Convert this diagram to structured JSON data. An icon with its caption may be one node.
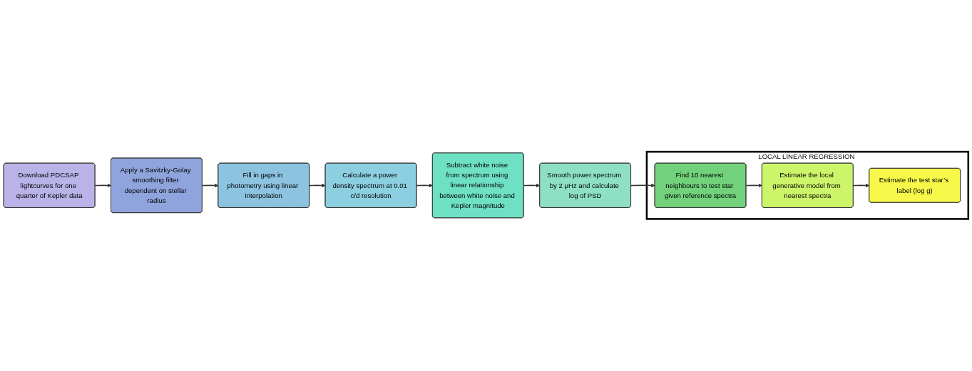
{
  "diagram": {
    "nodes": [
      {
        "text": [
          "Download PDCSAP lightcurves for one quarter of Kepler data"
        ]
      },
      {
        "text": [
          "Apply a Savitzky-Golay smoothing filter dependent on stellar radius"
        ]
      },
      {
        "text": [
          "Fill in gaps in photometry using linear interpolation"
        ]
      },
      {
        "text": [
          "Calculate a power density spectrum at 0.01 c/d resolution"
        ]
      },
      {
        "text": [
          "Subtract white noise from spectrum using linear relationship between white noise and Kepler magnitude"
        ]
      },
      {
        "text": [
          "Smooth power spectrum by 2 μHz and calculate log of PSD"
        ]
      },
      {
        "text": [
          "LOCAL LINEAR REGRESSION"
        ]
      },
      {
        "text": [
          "Find 10 nearest neighbours to test star given reference spectra"
        ],
        "in": 6
      },
      {
        "text": [
          "Estimate the local generative model from nearest spectra"
        ],
        "in": 6
      },
      {
        "text": [
          "Estimate the test star’s label (log g)"
        ],
        "in": 6
      }
    ],
    "edges": [
      {
        "from": 0,
        "to": 1,
        "arrow": "to"
      },
      {
        "from": 1,
        "to": 2,
        "arrow": "to"
      },
      {
        "from": 2,
        "to": 3,
        "arrow": "to"
      },
      {
        "from": 3,
        "to": 4,
        "arrow": "to"
      },
      {
        "from": 4,
        "to": 5,
        "arrow": "to"
      },
      {
        "from": 5,
        "to": 7,
        "arrow": "to"
      },
      {
        "from": 7,
        "to": 8,
        "arrow": "to"
      },
      {
        "from": 8,
        "to": 9,
        "arrow": "to"
      }
    ]
  }
}
